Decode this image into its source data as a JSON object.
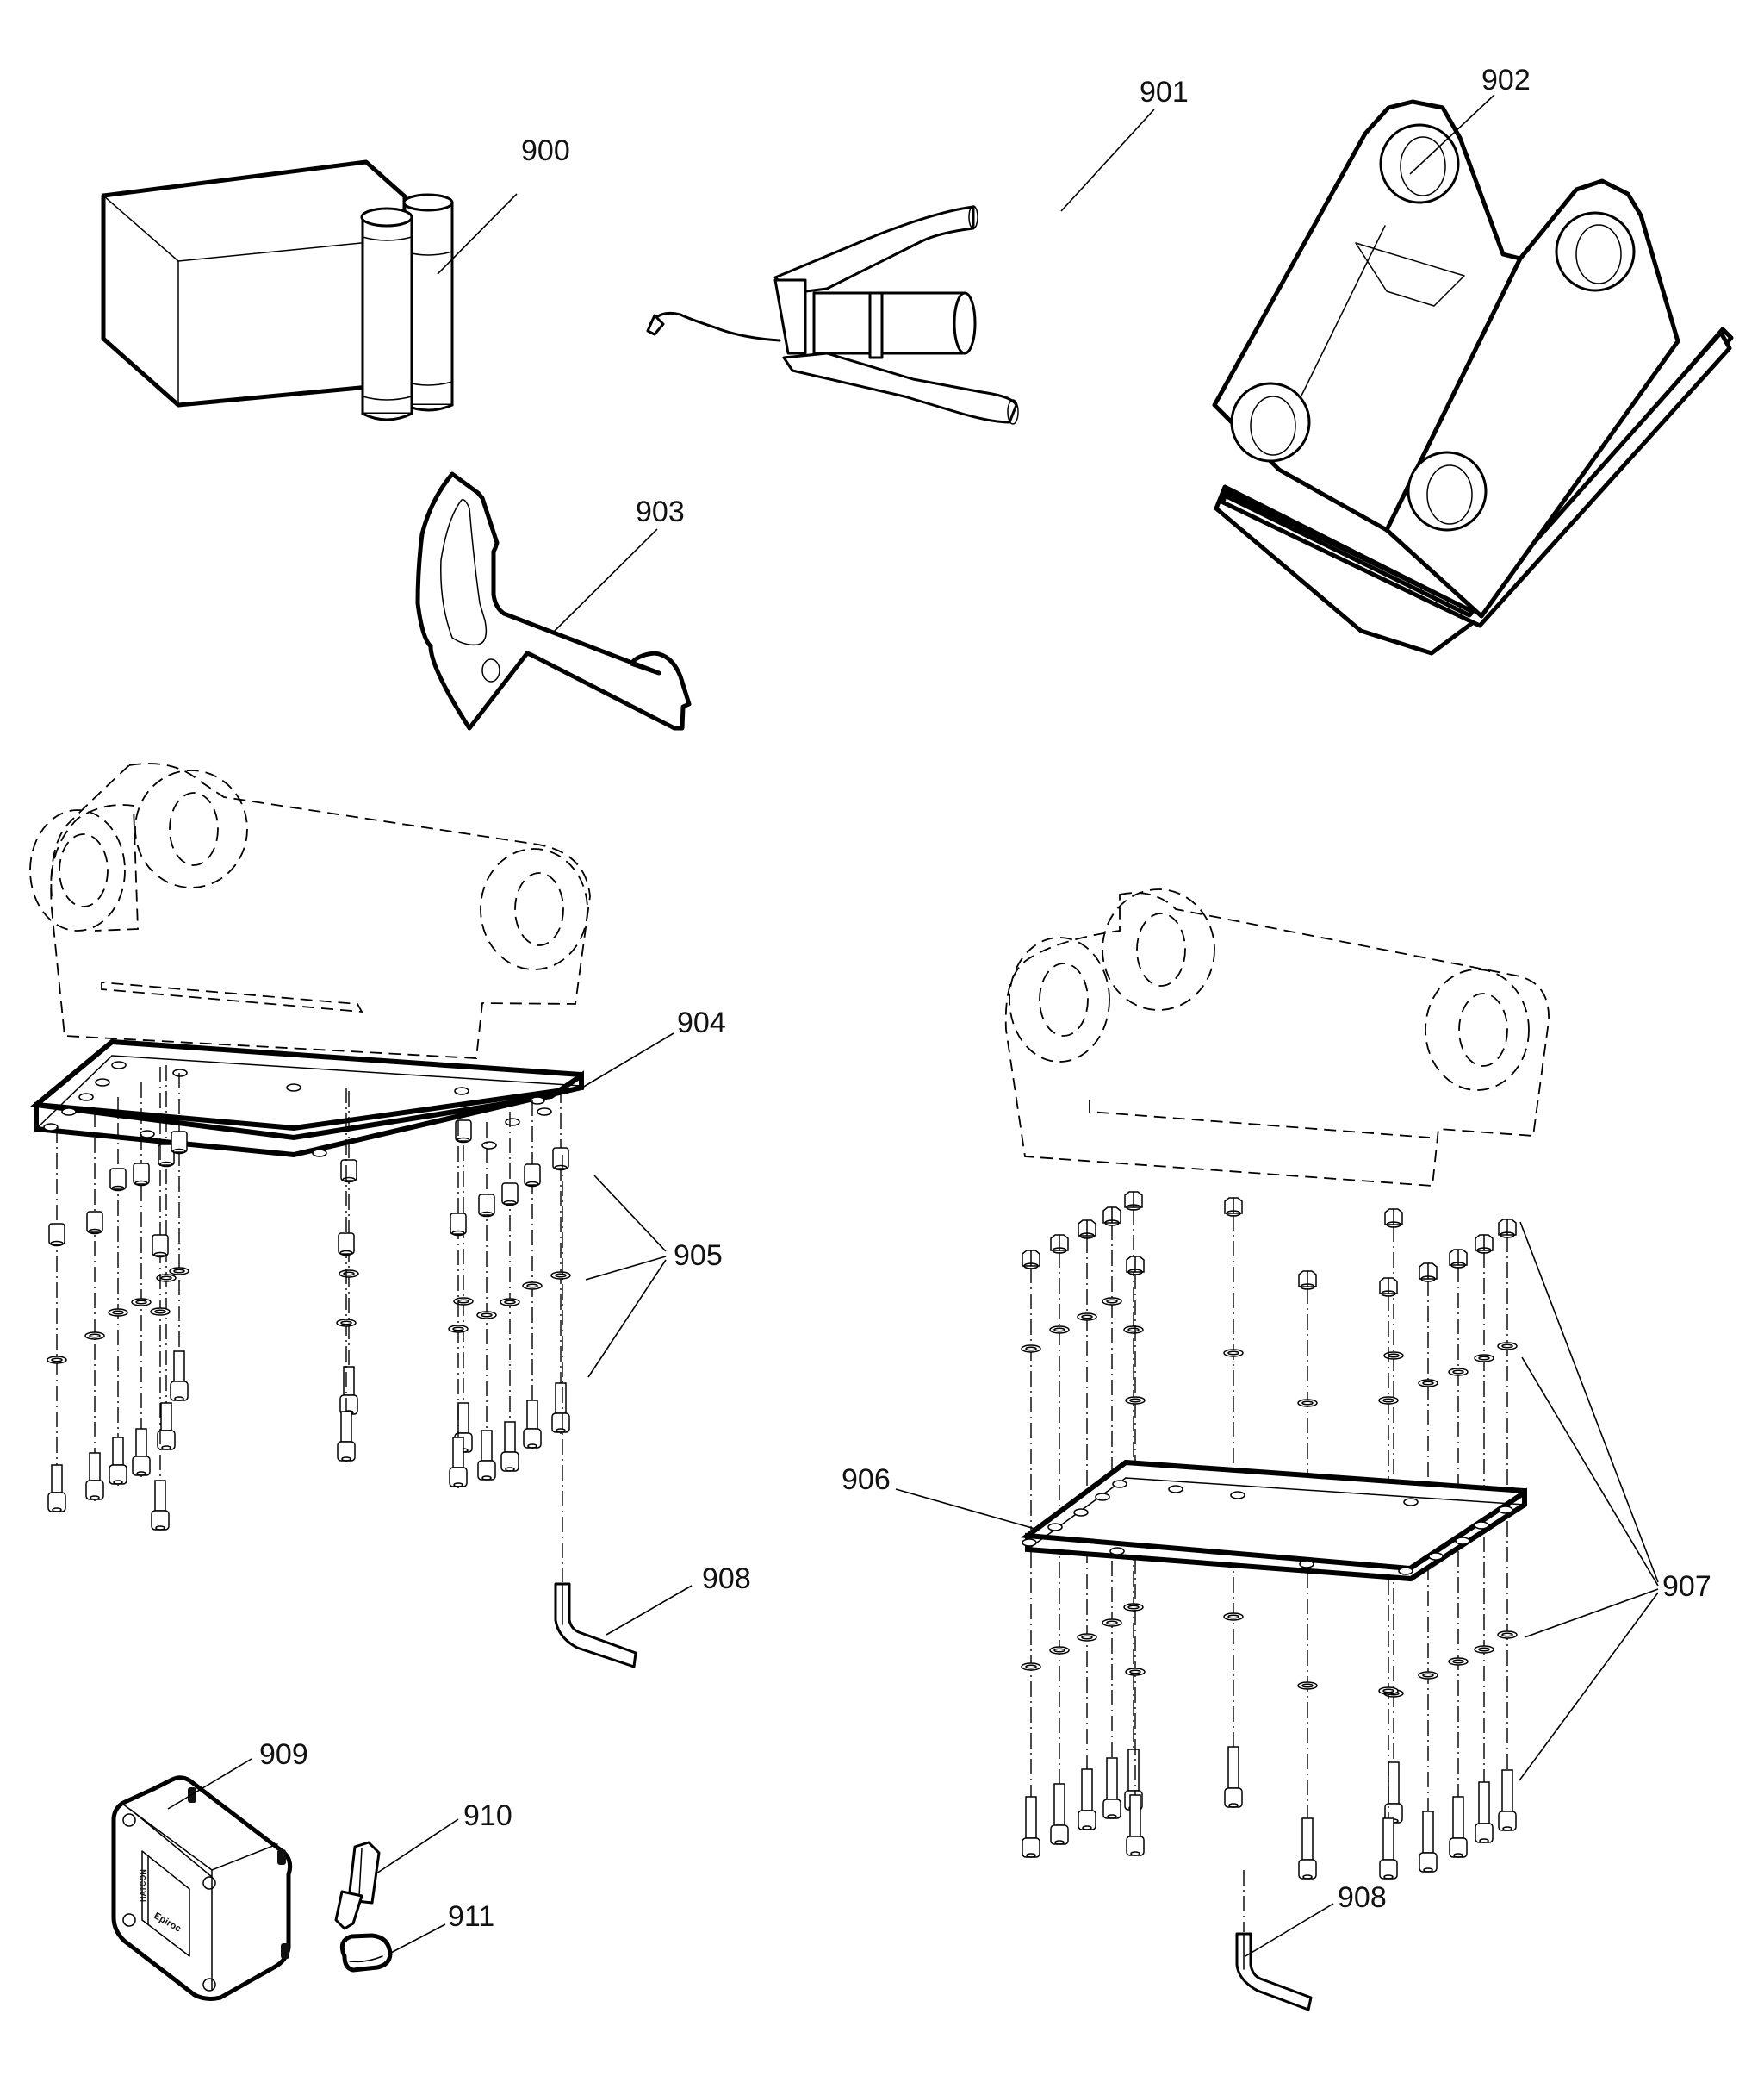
{
  "diagram": {
    "title": "Exploded parts diagram",
    "callouts": [
      {
        "id": "900",
        "label": "900",
        "part": "grease cartridges with box"
      },
      {
        "id": "901",
        "label": "901",
        "part": "grease gun"
      },
      {
        "id": "902",
        "label": "902",
        "part": "mounting bracket"
      },
      {
        "id": "903",
        "label": "903",
        "part": "hook wrench"
      },
      {
        "id": "904",
        "label": "904",
        "part": "adapter plate (left assembly)"
      },
      {
        "id": "905",
        "label": "905",
        "part": "bolt kit: nut, washer, screw (left assembly)"
      },
      {
        "id": "906",
        "label": "906",
        "part": "adapter plate (right assembly)"
      },
      {
        "id": "907",
        "label": "907",
        "part": "bolt kit: nut, washer, screw (right assembly)"
      },
      {
        "id": "908a",
        "label": "908",
        "part": "hex key (left assembly)"
      },
      {
        "id": "908b",
        "label": "908",
        "part": "hex key (right assembly)"
      },
      {
        "id": "909",
        "label": "909",
        "part": "electronics box"
      },
      {
        "id": "910",
        "label": "910",
        "part": "torx bit"
      },
      {
        "id": "911",
        "label": "911",
        "part": "cap"
      }
    ],
    "box_909": {
      "vertical_text": "HATCON",
      "brand_text": "Epiroc"
    }
  }
}
